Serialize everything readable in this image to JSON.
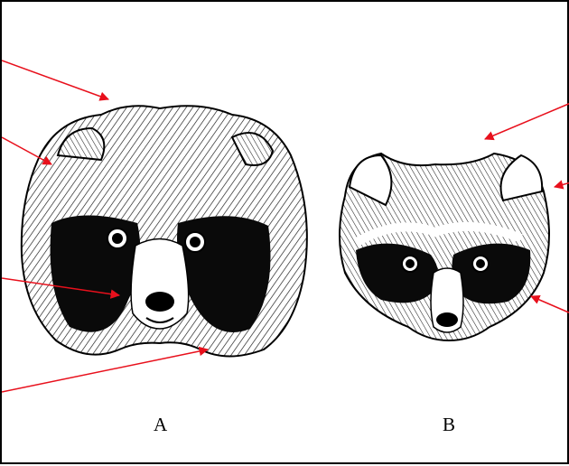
{
  "panel_labels": {
    "a": "A",
    "b": "B"
  },
  "colors": {
    "arrow": "#e8101c",
    "ink": "#000000",
    "background": "#ffffff"
  },
  "figures": {
    "a": {
      "icon": "raccoon-dog-face-illustration"
    },
    "b": {
      "icon": "raccoon-face-illustration"
    }
  }
}
